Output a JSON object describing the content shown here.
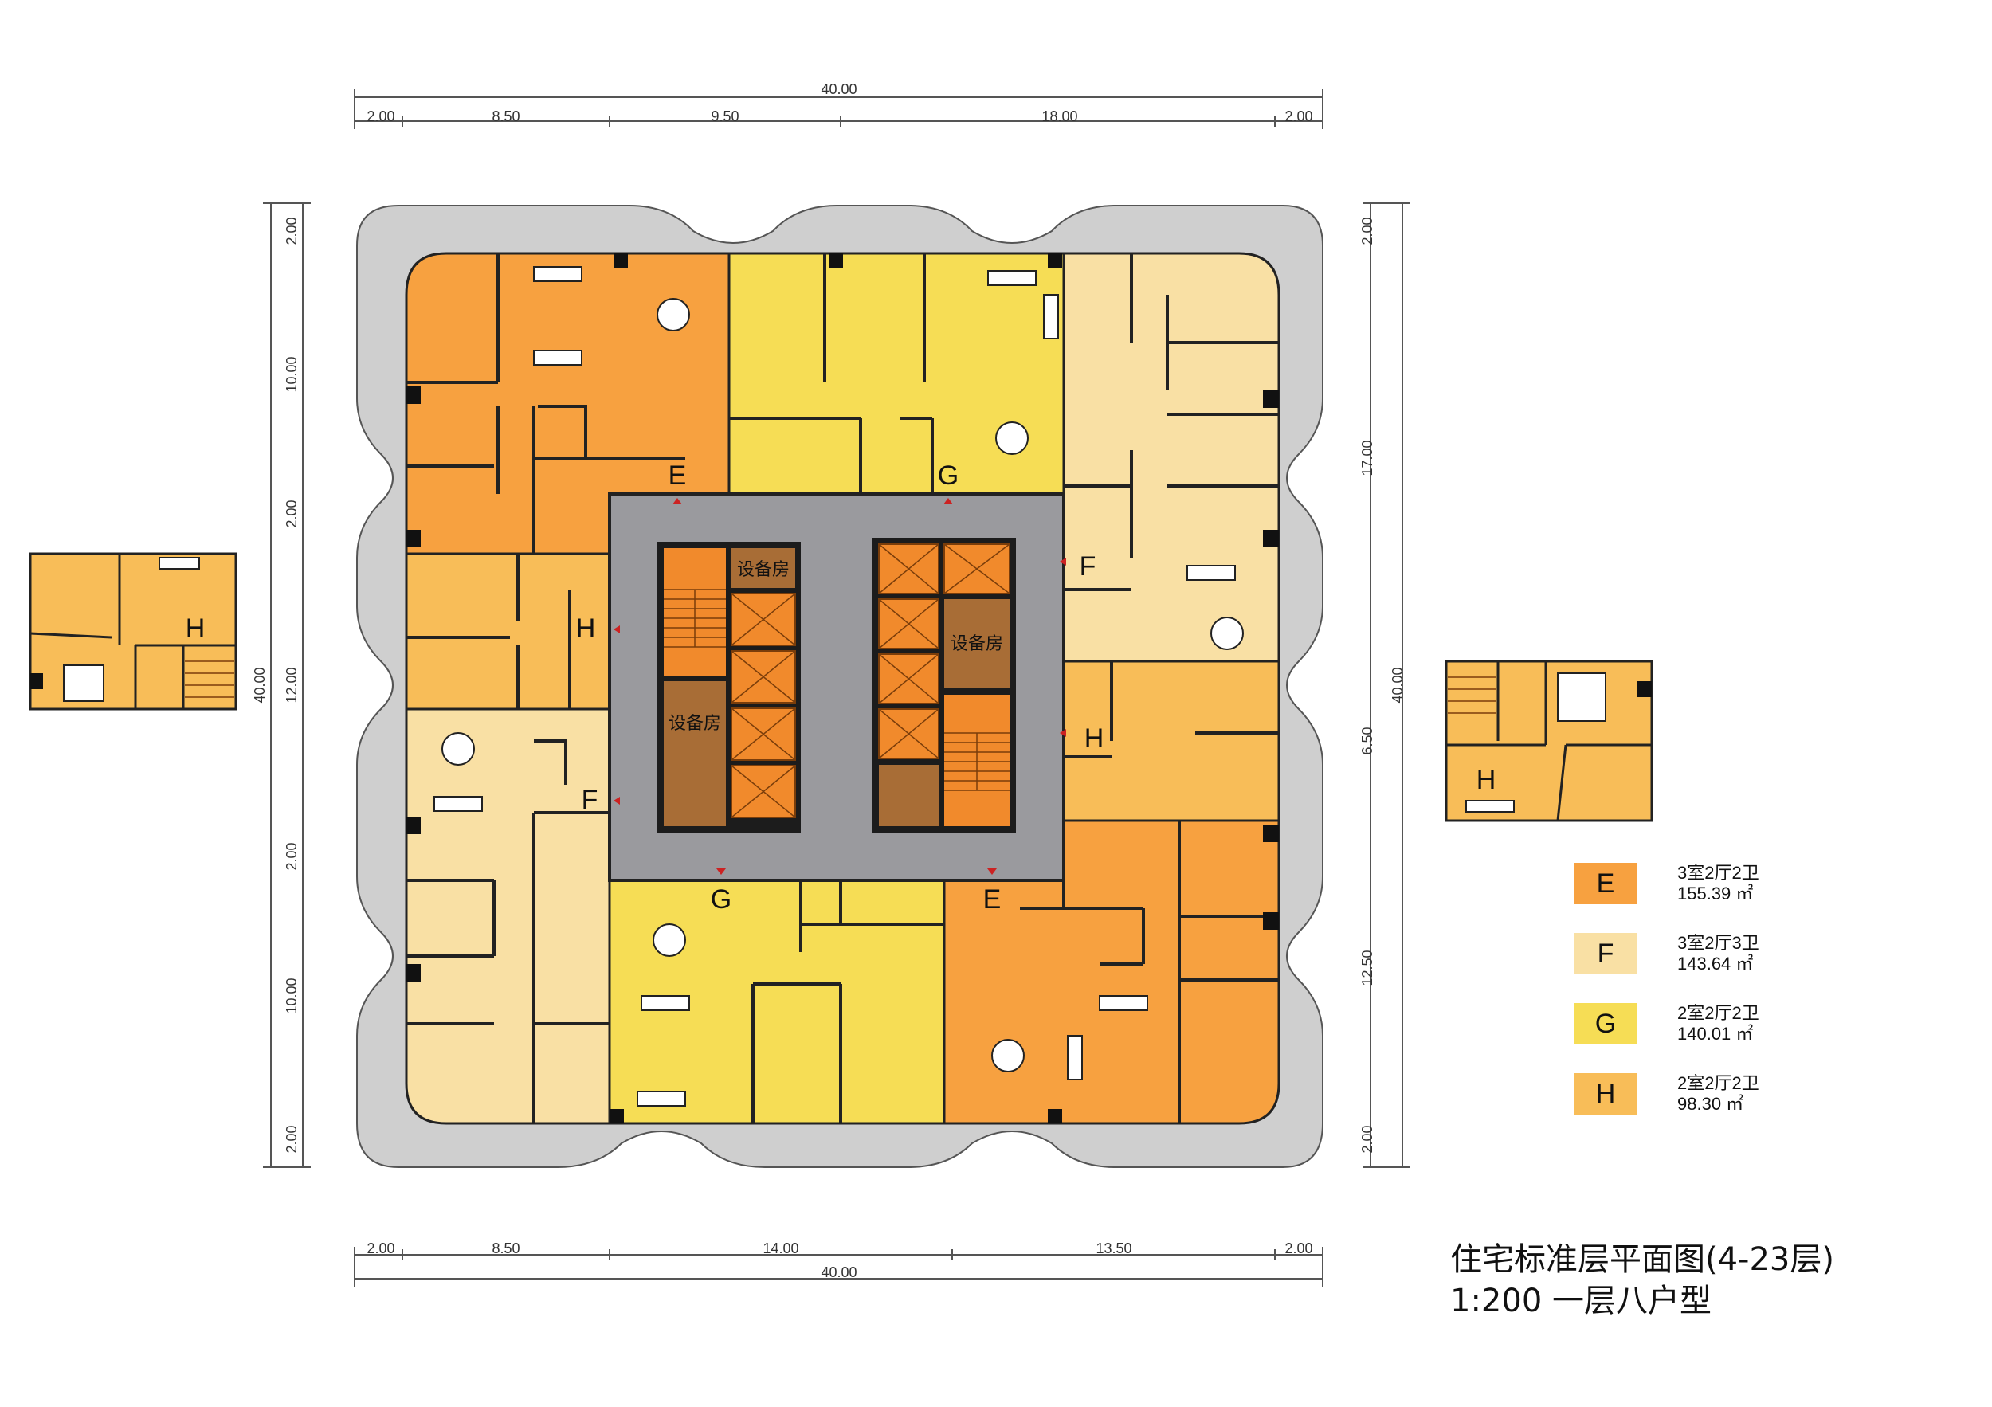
{
  "colors": {
    "E": "#f7a140",
    "F": "#f9e0a4",
    "G": "#f6dd55",
    "H": "#f8bd58",
    "core": "#9a9a9e",
    "terrace": "#cfcfcf",
    "shaft": "#f18a2c",
    "equip": "#a86d36"
  },
  "dimensions": {
    "top_total": "40.00",
    "top_segments": [
      "2.00",
      "8.50",
      "9.50",
      "18.00",
      "2.00"
    ],
    "bottom_total": "40.00",
    "bottom_segments": [
      "2.00",
      "8.50",
      "14.00",
      "13.50",
      "2.00"
    ],
    "left_total": "40.00",
    "left_segments": [
      "2.00",
      "10.00",
      "2.00",
      "12.00",
      "2.00",
      "10.00",
      "2.00"
    ],
    "right_total": "40.00",
    "right_segments": [
      "2.00",
      "17.00",
      "6.50",
      "12.50",
      "2.00"
    ]
  },
  "unit_labels": {
    "E1": "E",
    "G1": "G",
    "F1": "F",
    "H1": "H",
    "H2": "H",
    "F2": "F",
    "G2": "G",
    "E2": "E",
    "H_left": "H",
    "H_right": "H"
  },
  "rooms": {
    "equip1": "设备房",
    "equip2": "设备房",
    "equip3": "设备房"
  },
  "legend": [
    {
      "key": "E",
      "type": "3室2厅2卫",
      "area": "155.39 ㎡"
    },
    {
      "key": "F",
      "type": "3室2厅3卫",
      "area": "143.64 ㎡"
    },
    {
      "key": "G",
      "type": "2室2厅2卫",
      "area": "140.01 ㎡"
    },
    {
      "key": "H",
      "type": "2室2厅2卫",
      "area": "98.30 ㎡"
    }
  ],
  "caption": {
    "title": "住宅标准层平面图(4-23层)",
    "subtitle": "1:200  一层八户型"
  }
}
